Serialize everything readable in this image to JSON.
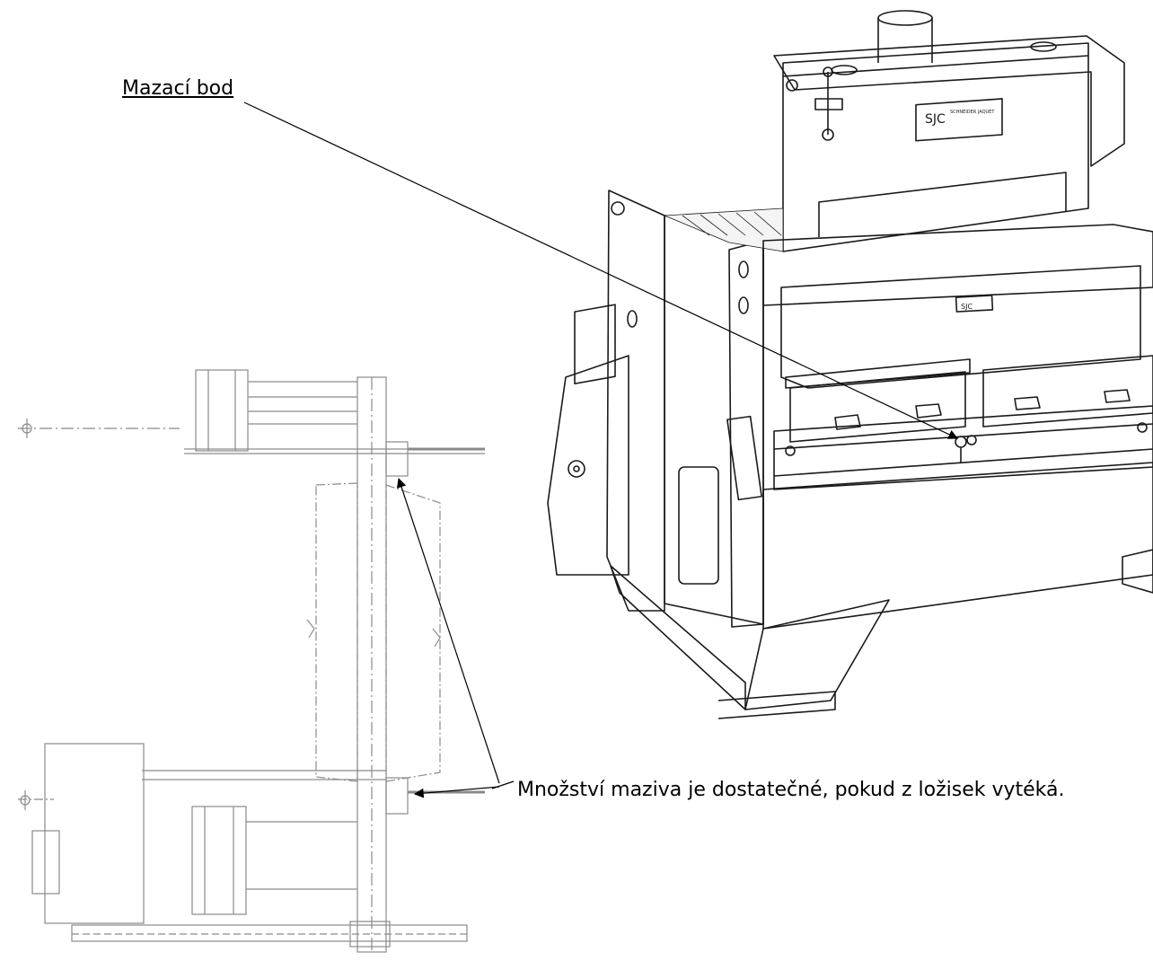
{
  "labels": {
    "lubrication_point": "Mazací bod",
    "grease_note": "Množství maziva je dostatečné, pokud z ložisek vytéká."
  },
  "machine": {
    "plate_brand": "SJC",
    "plate_text": "SCHNEIDER JAQUET"
  },
  "colors": {
    "line": "#1a1a1a",
    "faint_line": "#9a9a9a",
    "background": "#ffffff"
  }
}
